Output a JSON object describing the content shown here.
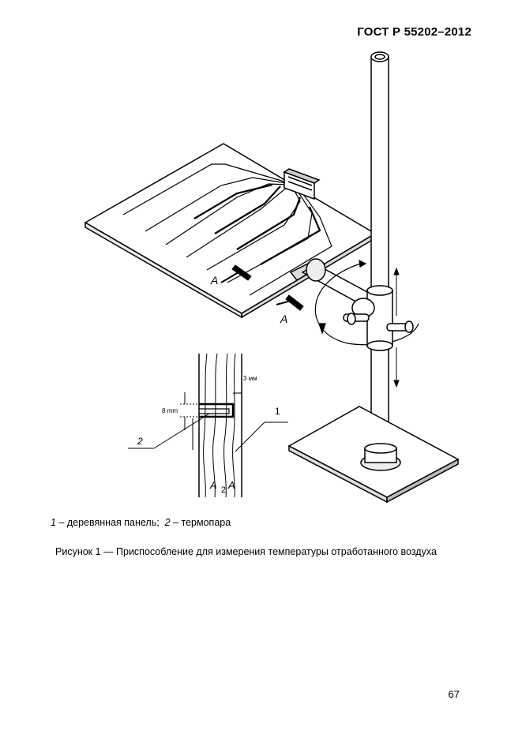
{
  "header": {
    "standard_id": "ГОСТ Р 55202–2012"
  },
  "figure": {
    "labels": {
      "section_a_top": "A",
      "section_a_bottom": "A",
      "dim_3mm": "3 мм",
      "dim_8mm": "8 mm",
      "callout_1": "1",
      "callout_2": "2",
      "section_title_left": "A",
      "section_title_mid": "2",
      "section_title_right": "A"
    }
  },
  "legend": {
    "item1_num": "1",
    "item1_text": " – деревянная панель;",
    "item2_num": "2",
    "item2_text": " – термопара"
  },
  "caption": "Рисунок 1 — Приспособление для измерения температуры отработанного воздуха",
  "page_number": "67"
}
